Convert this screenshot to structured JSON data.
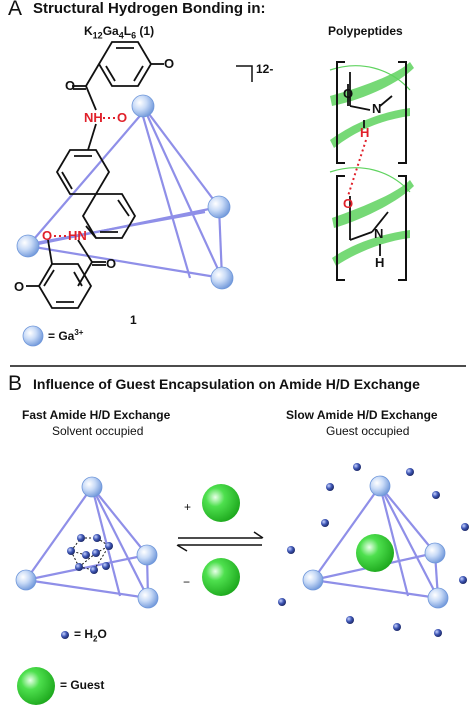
{
  "panelA": {
    "letter": "A",
    "title": "Structural Hydrogen Bonding in:",
    "compound": "K12Ga4L6 (1)",
    "charge": "12-",
    "polypeptides": "Polypeptides",
    "compound_number": "1",
    "legend_label": "= Ga3+",
    "atoms": {
      "nh_top": "NH",
      "o_top": "O",
      "o_bottom": "O",
      "hn_bottom": "HN",
      "o_ring_top": "O",
      "o_ring_bottom": "O",
      "o_carbonyl_top": "O",
      "o_carbonyl_bottom": "O"
    },
    "helix_atoms": {
      "o1": "O",
      "n1": "N",
      "h1": "H",
      "o2": "O",
      "n2": "N",
      "h2": "H"
    }
  },
  "panelB": {
    "letter": "B",
    "title": "Influence of Guest Encapsulation on Amide H/D Exchange",
    "left_title": "Fast Amide H/D Exchange",
    "left_subtitle": "Solvent occupied",
    "right_title": "Slow Amide H/D Exchange",
    "right_subtitle": "Guest occupied",
    "plus": "+",
    "minus": "−",
    "water_label": "= H2O",
    "guest_label": "= Guest"
  },
  "colors": {
    "ga_sphere": "#8fb4ec",
    "cage_edge": "#8f8fe8",
    "guest": "#3bd83b",
    "water": "#2e3f8f",
    "hbond": "#e0202a",
    "helix": "#5fd35f"
  }
}
